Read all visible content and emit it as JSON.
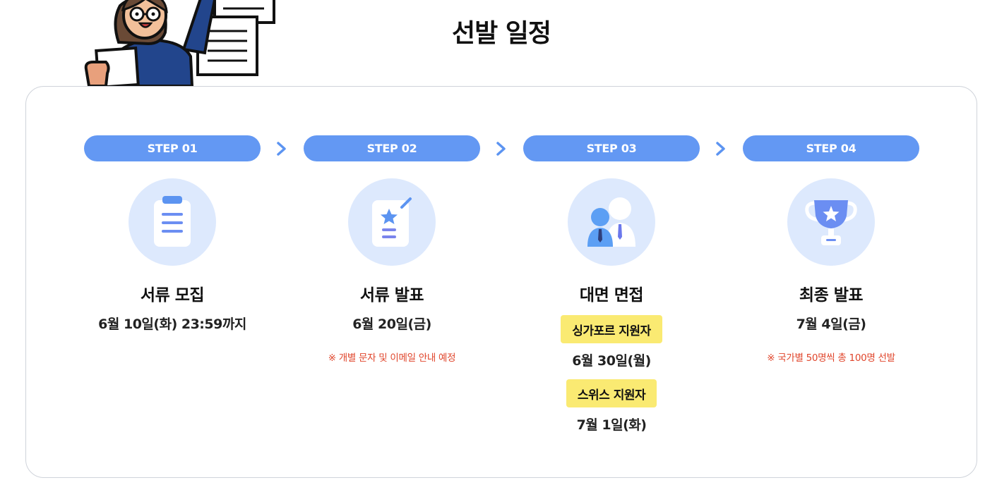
{
  "page": {
    "title": "선발 일정"
  },
  "colors": {
    "accent": "#6398f3",
    "icon_bg": "#dde9fd",
    "tag_bg": "#faea72",
    "note": "#e0452b"
  },
  "steps": [
    {
      "label": "STEP 01",
      "icon": "clipboard-list-icon",
      "title": "서류 모집",
      "date": "6월 10일(화) 23:59까지"
    },
    {
      "label": "STEP 02",
      "icon": "document-star-icon",
      "title": "서류 발표",
      "date": "6월 20일(금)",
      "note": "※ 개별 문자 및 이메일 안내 예정"
    },
    {
      "label": "STEP 03",
      "icon": "interview-people-icon",
      "title": "대면 면접",
      "groups": [
        {
          "tag": "싱가포르 지원자",
          "date": "6월 30일(월)"
        },
        {
          "tag": "스위스 지원자",
          "date": "7월 1일(화)"
        }
      ]
    },
    {
      "label": "STEP 04",
      "icon": "trophy-icon",
      "title": "최종 발표",
      "date": "7월 4일(금)",
      "note": "※ 국가별 50명씩 총 100명 선발"
    }
  ]
}
